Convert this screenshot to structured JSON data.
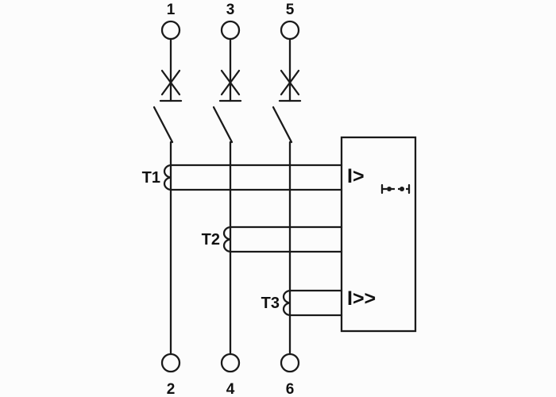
{
  "colors": {
    "line": "#1a1a1a",
    "background": "#fcfcfc"
  },
  "diagram": {
    "top_terminals": [
      "1",
      "3",
      "5"
    ],
    "bottom_terminals": [
      "2",
      "4",
      "6"
    ],
    "current_transformers": [
      "T1",
      "T2",
      "T3"
    ],
    "relay": {
      "overcurrent_label": "I>",
      "short_circuit_label": "I>>"
    }
  }
}
